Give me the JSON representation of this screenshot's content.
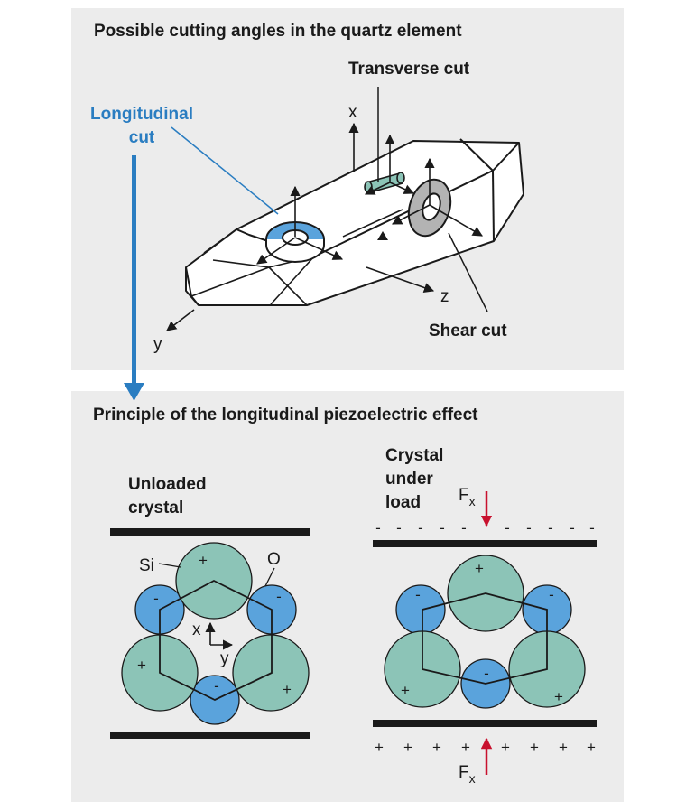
{
  "top_panel": {
    "title": "Possible cutting angles in the quartz element",
    "label_transverse": "Transverse cut",
    "label_longitudinal_1": "Longitudinal",
    "label_longitudinal_2": "cut",
    "label_shear": "Shear cut",
    "axis_x": "x",
    "axis_y": "y",
    "axis_z": "z"
  },
  "bottom_panel": {
    "title": "Principle of the longitudinal piezoelectric effect",
    "unloaded": {
      "label_1": "Unloaded",
      "label_2": "crystal",
      "si": "Si",
      "o": "O",
      "axis_x": "x",
      "axis_y": "y"
    },
    "loaded": {
      "label_1": "Crystal",
      "label_2": "under",
      "label_3": "load",
      "force": "F",
      "force_sub": "x"
    },
    "plus": "+",
    "minus": "-"
  },
  "colors": {
    "accent_blue": "#2a7dc1",
    "atom_green": "#8cc4b7",
    "atom_blue": "#5aa3dc",
    "force_red": "#c8102e",
    "panel_gray": "#ececec"
  }
}
